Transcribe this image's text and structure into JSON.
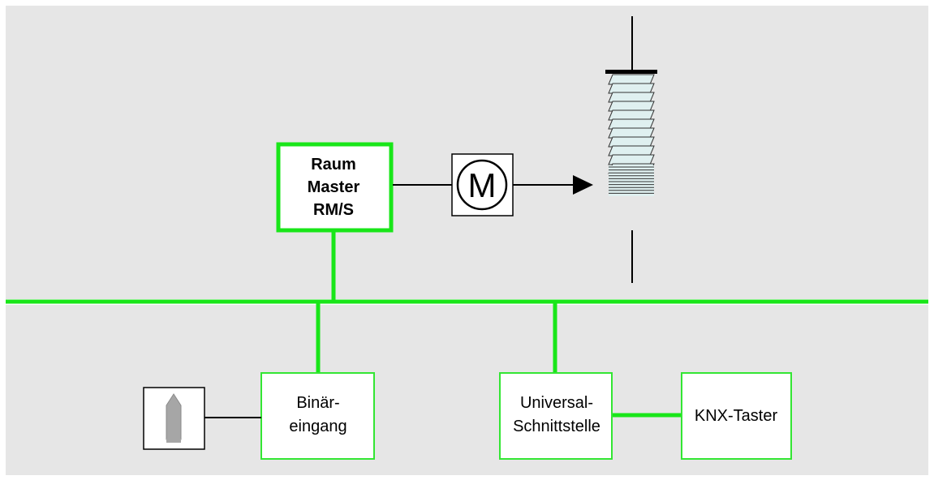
{
  "room_master": {
    "line1": "Raum",
    "line2": "Master",
    "line3": "RM/S"
  },
  "motor": {
    "symbol": "M"
  },
  "binary_input": {
    "line1": "Binär-",
    "line2": "eingang"
  },
  "universal_interface": {
    "line1": "Universal-",
    "line2": "Schnittstelle"
  },
  "knx_button": {
    "label": "KNX-Taster"
  },
  "colors": {
    "bus": "#19e619",
    "background": "#e6e6e6"
  }
}
